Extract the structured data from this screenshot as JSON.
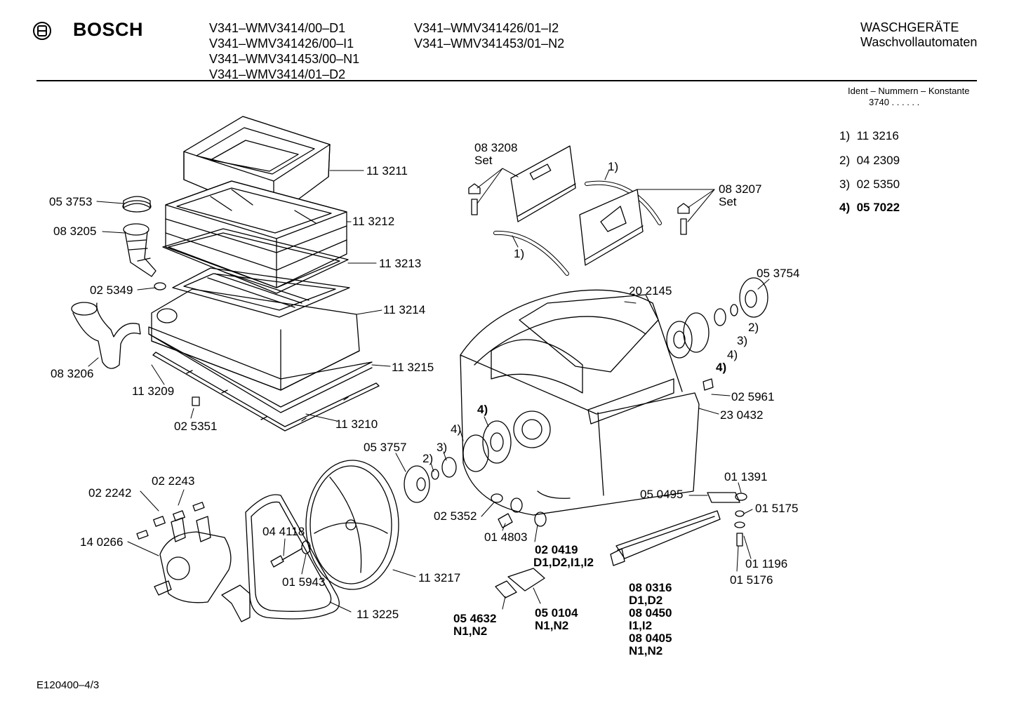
{
  "header": {
    "brand": "BOSCH",
    "models_col1": [
      "V341–WMV3414/00–D1",
      "V341–WMV341426/00–I1",
      "V341–WMV341453/00–N1",
      "V341–WMV3414/01–D2"
    ],
    "models_col2": [
      "V341–WMV341426/01–I2",
      "V341–WMV341453/01–N2"
    ],
    "category_line1": "WASCHGERÄTE",
    "category_line2": "Waschvollautomaten"
  },
  "ident": {
    "title": "Ident – Nummern – Konstante",
    "value": "3740 . . . . . ."
  },
  "references": [
    {
      "num": "1)",
      "code": "11 3216"
    },
    {
      "num": "2)",
      "code": "04 2309"
    },
    {
      "num": "3)",
      "code": "02 5350"
    },
    {
      "num": "4)",
      "code": "05 7022"
    }
  ],
  "labels": {
    "p113211": "11 3211",
    "p053753": "05 3753",
    "p113212": "11 3212",
    "p083205": "08 3205",
    "p113213": "11 3213",
    "p025349": "02 5349",
    "p113214": "11 3214",
    "p083206": "08 3206",
    "p113215": "11 3215",
    "p113209": "11 3209",
    "p025351": "02 5351",
    "p113210": "11 3210",
    "set1_code": "08 3208",
    "set1_word": "Set",
    "set2_code": "08 3207",
    "set2_word": "Set",
    "note1a": "1)",
    "note1b": "1)",
    "p053754": "05 3754",
    "p202145": "20 2145",
    "n2a": "2)",
    "n3a": "3)",
    "n4a": "4)",
    "n4b": "4)",
    "p025961": "02 5961",
    "p230432": "23 0432",
    "n4c": "4)",
    "n4d": "4)",
    "n3b": "3)",
    "n2b": "2)",
    "p053757": "05 3757",
    "p022243": "02 2243",
    "p022242": "02 2242",
    "p140266": "14 0266",
    "p044118": "04 4118",
    "p015943": "01 5943",
    "p113217": "11 3217",
    "p113225": "11 3225",
    "p025352": "02 5352",
    "p014803": "01 4803",
    "p020419": "02 0419",
    "p020419v": "D1,D2,I1,I2",
    "p054632": "05 4632",
    "p054632v": "N1,N2",
    "p050104": "05 0104",
    "p050104v": "N1,N2",
    "p011391": "01 1391",
    "p050495": "05 0495",
    "p015175": "01 5175",
    "p011196": "01 1196",
    "p015176": "01 5176",
    "h1": "08 0316",
    "h1v": "D1,D2",
    "h2": "08 0450",
    "h2v": "I1,I2",
    "h3": "08 0405",
    "h3v": "N1,N2"
  },
  "footer": {
    "code": "E120400–4/3"
  }
}
